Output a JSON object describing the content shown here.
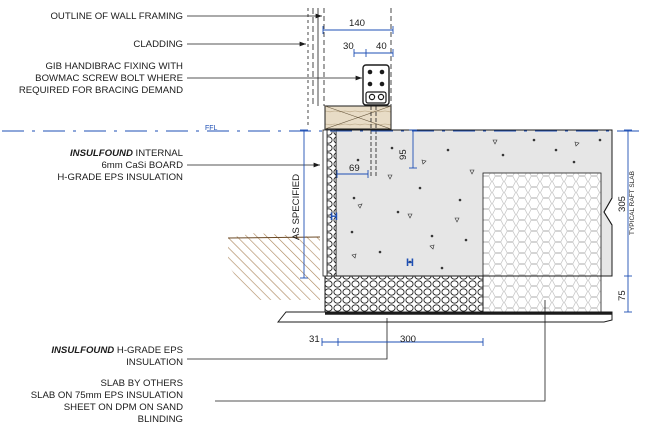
{
  "labels": {
    "outline_wall_framing": "OUTLINE OF WALL FRAMING",
    "cladding": "CLADDING",
    "gib_line1": "GIB HANDIBRAC FIXING WITH",
    "gib_line2": "BOWMAC SCREW BOLT WHERE",
    "gib_line3": "REQUIRED FOR BRACING DEMAND",
    "ffl": "FFL",
    "insulfound_internal_brand": "INSULFOUND",
    "insulfound_internal_rest": " INTERNAL",
    "casi_board": "6mm CaSi BOARD",
    "hgrade_eps": "H-GRADE EPS INSULATION",
    "as_specified": "AS SPECIFIED",
    "insulfound_hgrade_brand": "INSULFOUND",
    "insulfound_hgrade_rest": " H-GRADE EPS",
    "insulation": "INSULATION",
    "slab_line1": "SLAB BY OTHERS",
    "slab_line2": "SLAB ON 75mm EPS INSULATION",
    "slab_line3": "SHEET ON DPM ON SAND",
    "slab_line4": "BLINDING",
    "typical_raft_slab": "TYPICAL RAFT SLAB",
    "h_mark": "H"
  },
  "dimensions": {
    "d140": "140",
    "d30": "30",
    "d40": "40",
    "d69": "69",
    "d95": "95",
    "d305": "305",
    "d75": "75",
    "d31": "31",
    "d300": "300"
  },
  "colors": {
    "dimension_blue": "#1e4fb4",
    "concrete": "#e6e6e6",
    "timber_plate": "#e8dcc6",
    "soil": "#a98256",
    "line": "#1b1b1b"
  }
}
